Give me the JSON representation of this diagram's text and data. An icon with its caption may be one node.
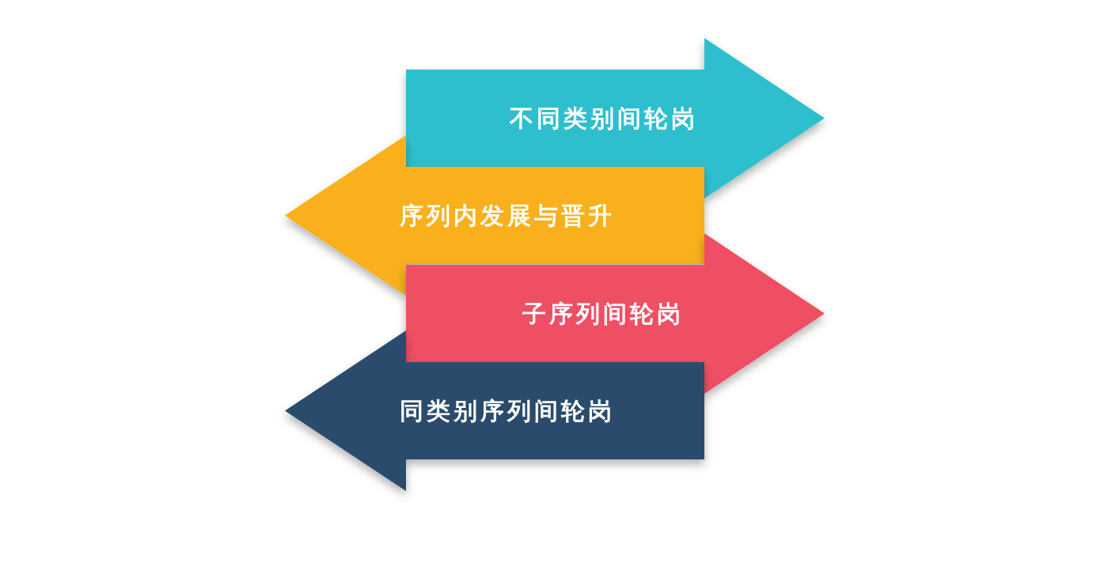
{
  "diagram": {
    "nodes": [
      {
        "text": [
          "不同类别间轮岗"
        ]
      },
      {
        "text": [
          "序列内发展与晋升"
        ]
      },
      {
        "text": [
          "子序列间轮岗"
        ]
      },
      {
        "text": [
          "同类别序列间轮岗"
        ]
      }
    ]
  }
}
